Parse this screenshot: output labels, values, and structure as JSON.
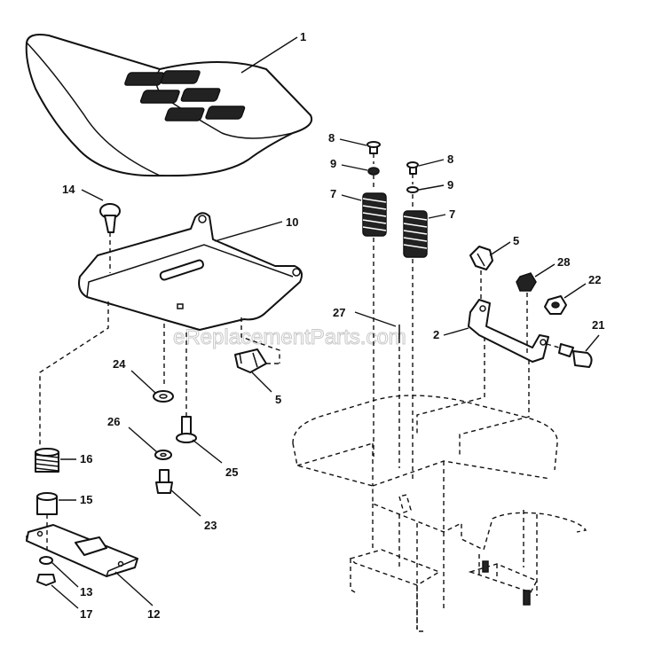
{
  "watermark": "eReplacementParts.com",
  "callouts": {
    "seat": "1",
    "pivot_bracket": "2",
    "knob_upper": "5",
    "knob_lower": "5",
    "cap_screw_left": "8",
    "cap_screw_right": "8",
    "washer_left": "9",
    "washer_right": "9",
    "spring_left": "7",
    "spring_right": "7",
    "seat_pan": "10",
    "clevis_pin": "14",
    "spring_16": "16",
    "bushing": "15",
    "slide_plate": "12",
    "washer_13": "13",
    "nut_17": "17",
    "washer_24": "24",
    "washer_26": "26",
    "bolt_25": "25",
    "bolt_23": "23",
    "rod_27": "27",
    "nut_28": "28",
    "nut_22": "22",
    "bolt_21": "21"
  }
}
